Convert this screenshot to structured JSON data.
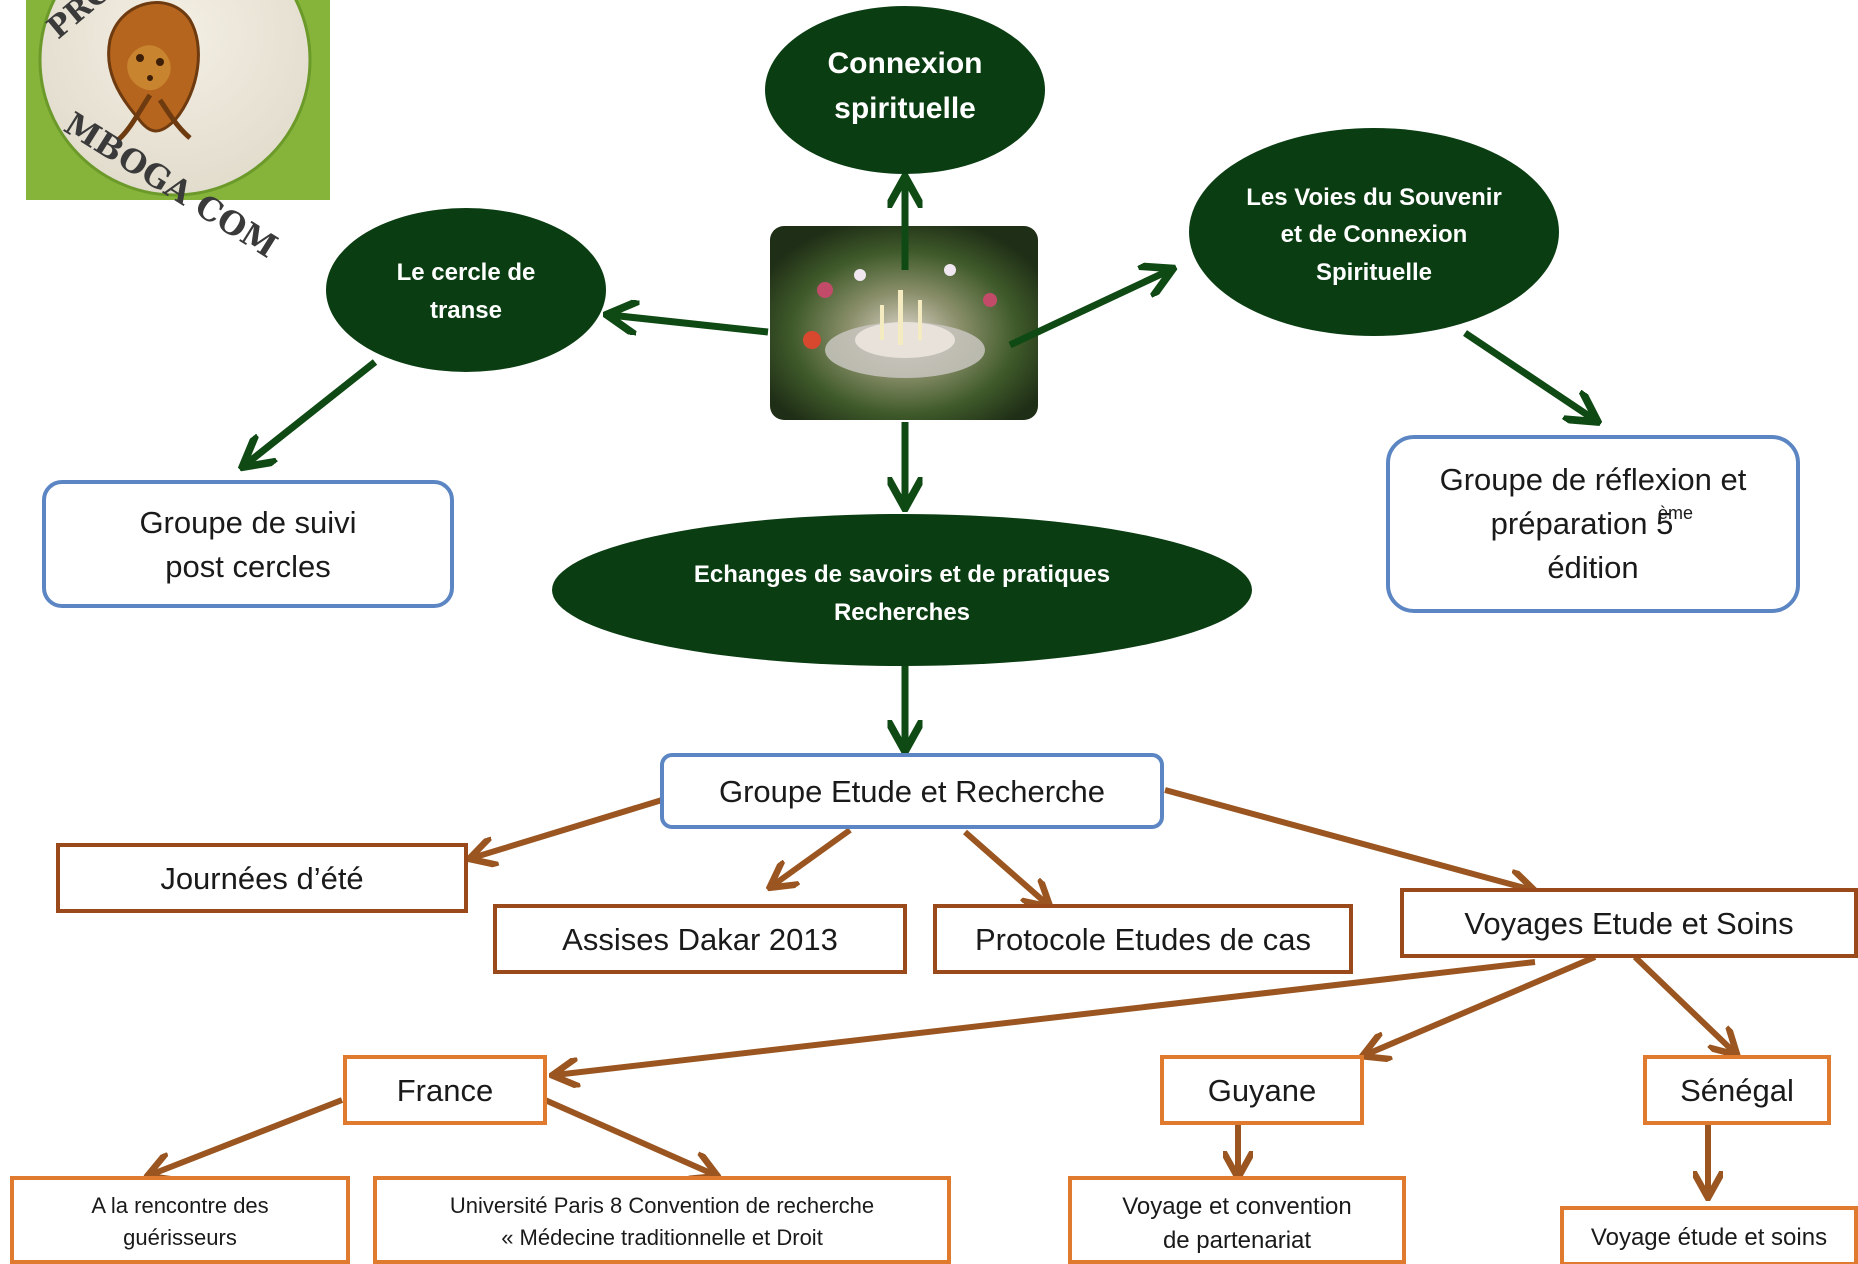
{
  "colors": {
    "ellipse_fill": "#0b3d12",
    "green_arrow": "#0f4a14",
    "blue_border": "#5b86c3",
    "brown_border": "#9a4a1a",
    "brown_arrow": "#9a5520",
    "orange_border": "#e07a2e",
    "logo_green": "#86b43a"
  },
  "logo": {
    "text_top": "PROTO TERRA",
    "text_bottom": "MBOGA COM",
    "icon": "carved-hands-figure-icon"
  },
  "center_photo": {
    "icon": "ceremonial-circle-photo"
  },
  "ellipses": {
    "connexion": {
      "line1": "Connexion",
      "line2": "spirituelle"
    },
    "cercle": {
      "line1": "Le cercle de",
      "line2": "transe"
    },
    "voies": {
      "line1": "Les Voies du Souvenir",
      "line2": "et de Connexion",
      "line3": "Spirituelle"
    },
    "echanges": {
      "line1": "Echanges de savoirs et de pratiques",
      "line2": "Recherches"
    }
  },
  "boxes": {
    "suivi": {
      "line1": "Groupe de suivi",
      "line2": "post cercles"
    },
    "reflexion": {
      "line1": "Groupe de réflexion et",
      "line2": "préparation 5",
      "sup": "ème",
      "line3": "édition"
    },
    "etude": "Groupe Etude et Recherche",
    "journees": "Journées d’été",
    "assises": "Assises Dakar 2013",
    "protocole": "Protocole Etudes de cas",
    "voyages": "Voyages Etude et Soins",
    "france": "France",
    "guyane": "Guyane",
    "senegal": "Sénégal",
    "rencontre": {
      "line1": "A la rencontre des",
      "line2": "guérisseurs"
    },
    "paris8": {
      "line1": "Université Paris 8 Convention de recherche",
      "line2": "« Médecine traditionnelle et Droit"
    },
    "convention": {
      "line1": "Voyage et convention",
      "line2": "de partenariat"
    },
    "voyage_soins": "Voyage étude et soins"
  }
}
